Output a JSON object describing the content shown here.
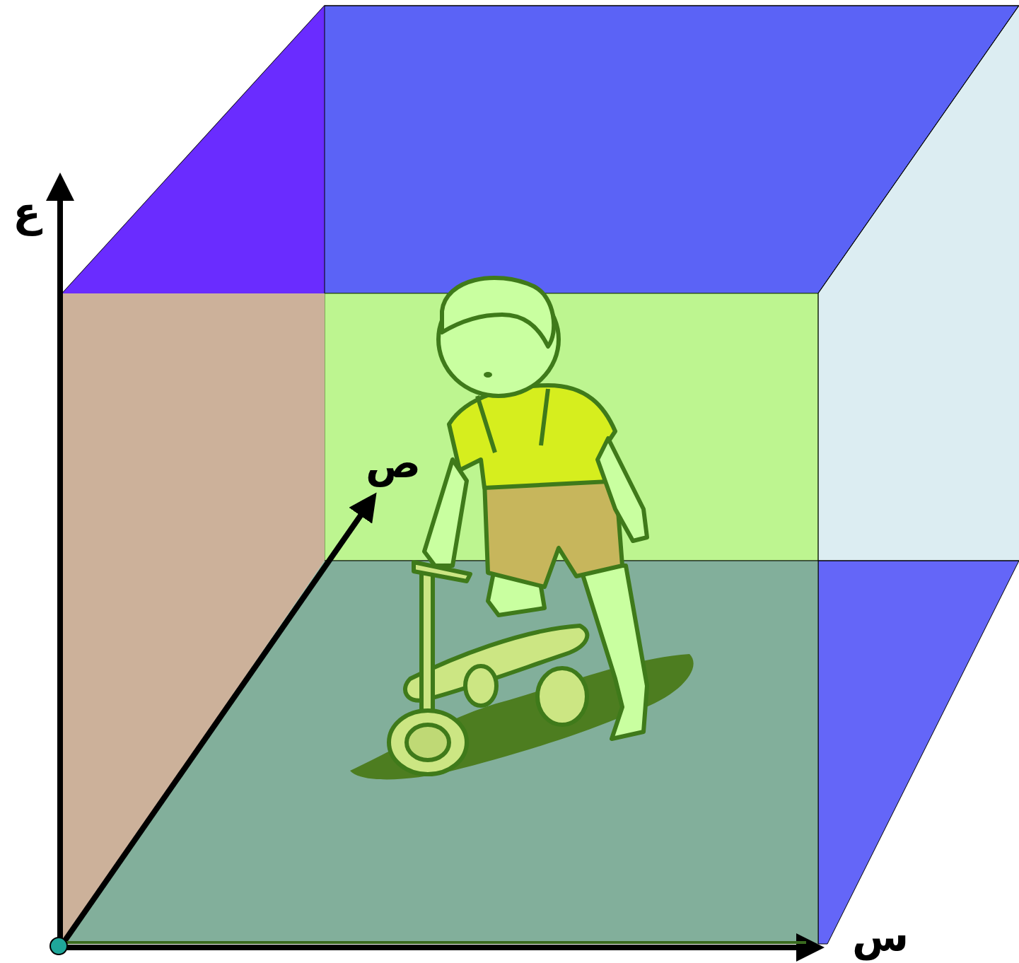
{
  "diagram": {
    "labels": [
      "ع",
      "ص",
      "س"
    ]
  }
}
